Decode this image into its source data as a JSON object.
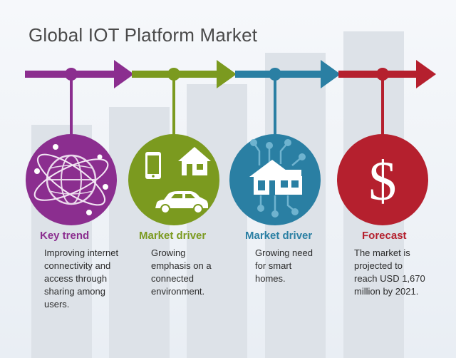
{
  "title": "Global IOT Platform Market",
  "colors": {
    "purple": "#8b2e8f",
    "green": "#7b9a1f",
    "blue": "#2a7fa3",
    "red": "#b5202e",
    "background": "#eef2f6",
    "bars": "#d9dfe6"
  },
  "stages": [
    {
      "label": "Key trend",
      "desc": "Improving internet connectivity and access through sharing among users.",
      "icon": "globe-network-icon"
    },
    {
      "label": "Market driver",
      "desc": "Growing emphasis on a connected environment.",
      "icon": "connected-devices-icon"
    },
    {
      "label": "Market driver",
      "desc": "Growing need for smart homes.",
      "icon": "smart-home-icon"
    },
    {
      "label": "Forecast",
      "desc": "The market is projected to reach USD 1,670 million by 2021.",
      "icon": "dollar-sign-icon"
    }
  ]
}
